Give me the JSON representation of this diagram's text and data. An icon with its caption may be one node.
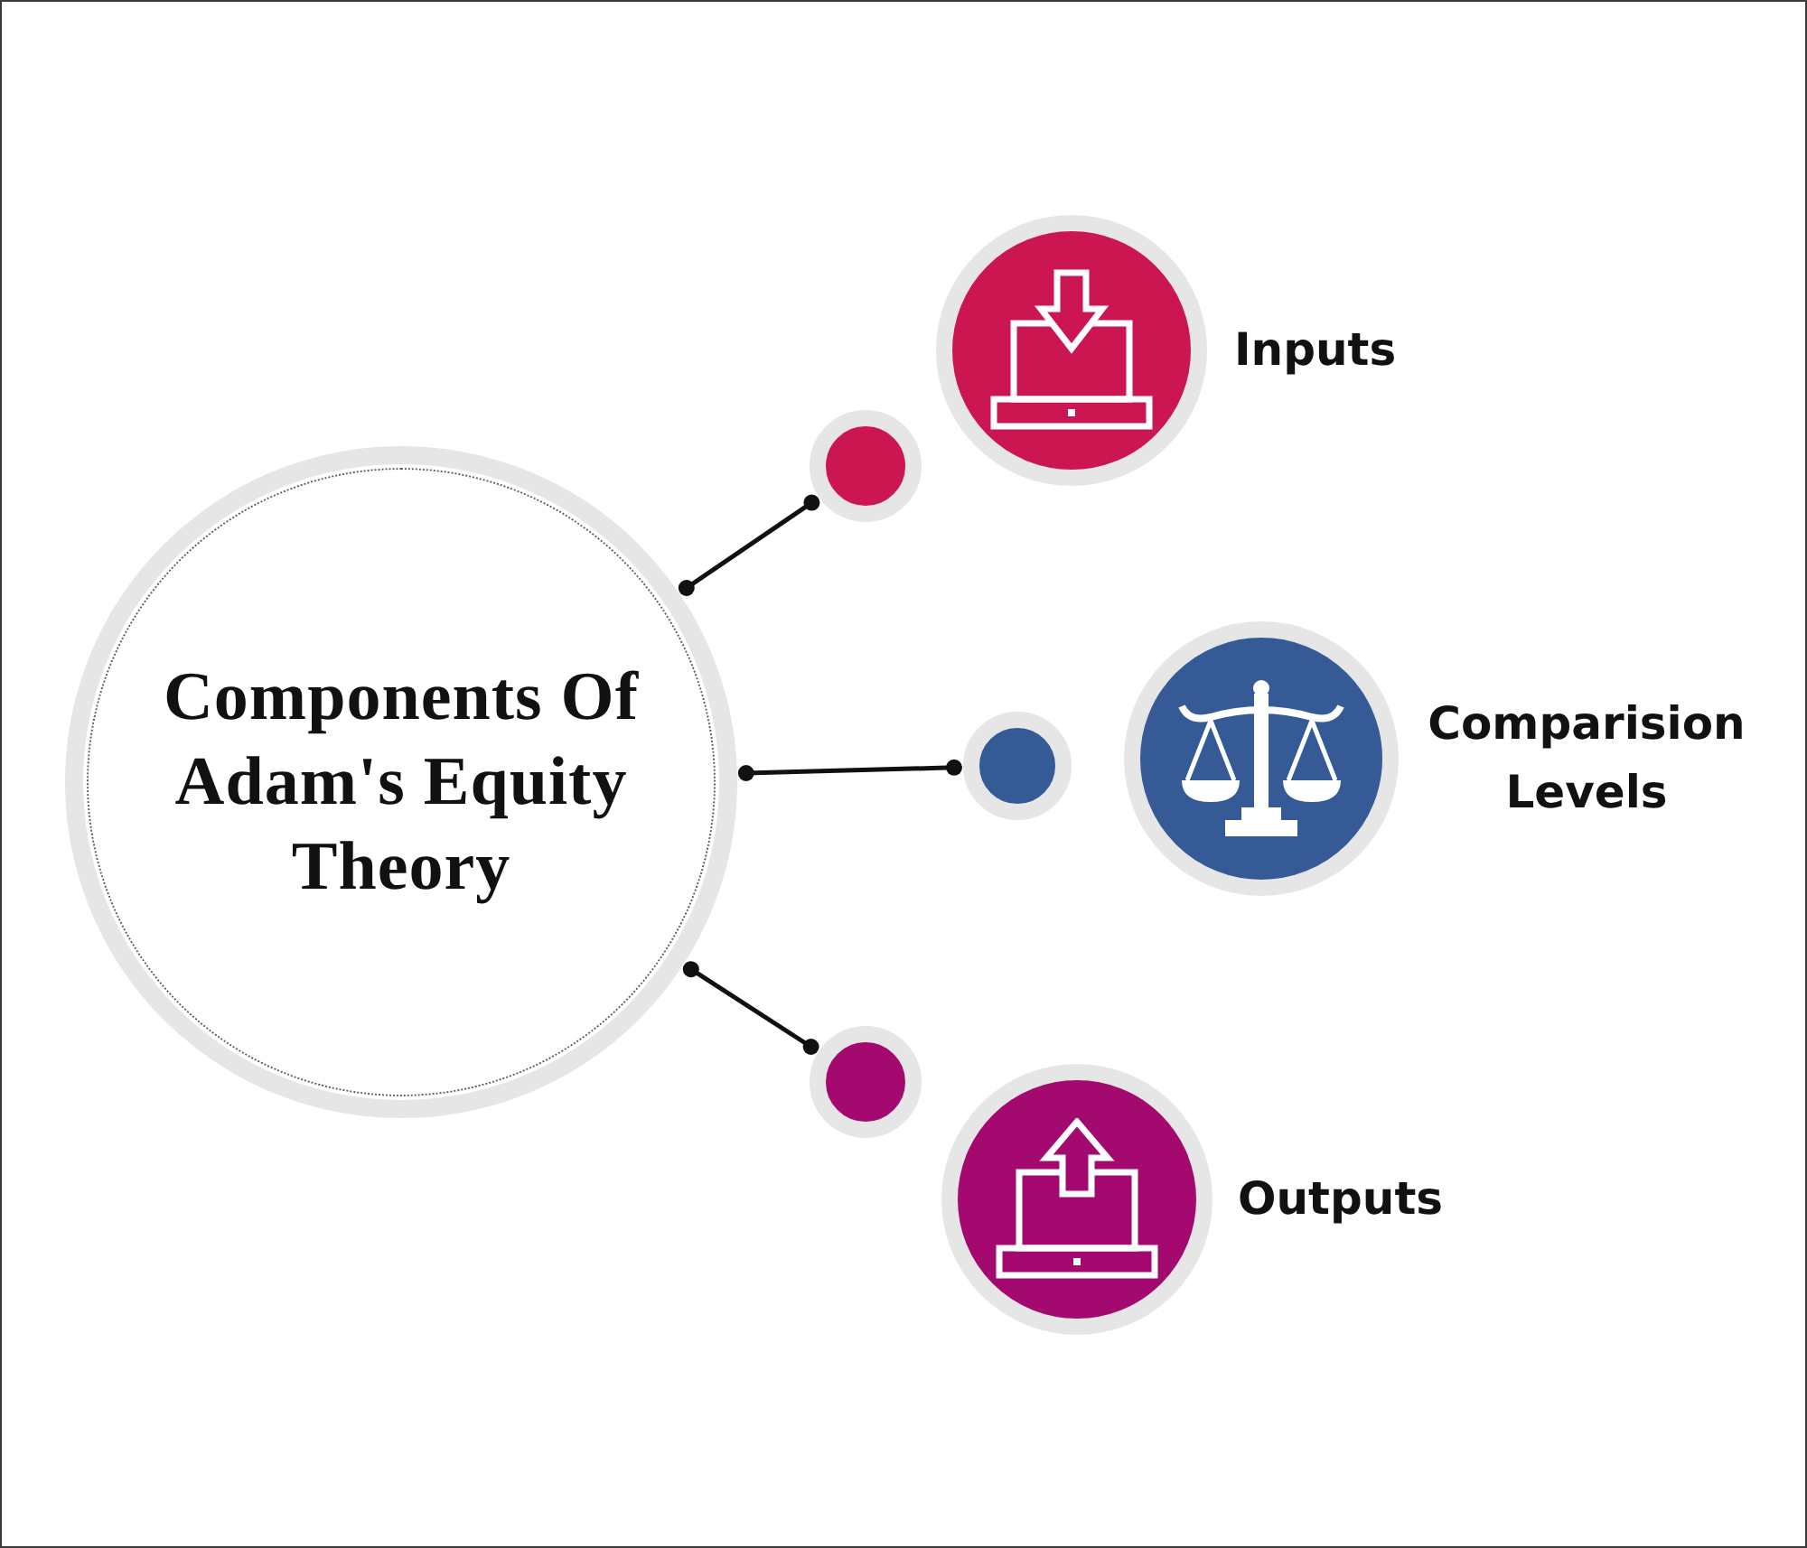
{
  "diagram": {
    "nodes": [
      {
        "text": [
          "Components Of Adam's Equity Theory"
        ]
      },
      {
        "text": [],
        "shape": "circle"
      },
      {
        "text": [
          "Inputs"
        ]
      },
      {
        "text": [],
        "shape": "circle"
      },
      {
        "text": [
          "Comparision Levels"
        ]
      },
      {
        "text": [],
        "shape": "circle"
      },
      {
        "text": [
          "Outputs"
        ]
      }
    ],
    "edges": [
      {
        "from": 0,
        "to": 1,
        "arrow": "other"
      },
      {
        "from": 0,
        "to": 3,
        "arrow": "other"
      },
      {
        "from": 0,
        "to": 5,
        "arrow": "other"
      }
    ]
  }
}
